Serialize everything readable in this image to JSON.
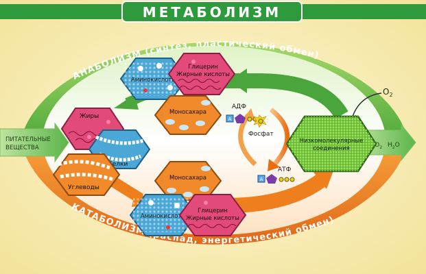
{
  "title": "МЕТАБОЛИЗМ",
  "anabolism_label": "АНАБОЛИЗМ (синтез, пластический обмен)",
  "catabolism_label": "КАТАБОЛИЗМ (распад, энергетический обмен)",
  "input_label": [
    "ПИТАТЕЛЬНЫЕ",
    "ВЕЩЕСТВА"
  ],
  "output_label": {
    "co2": "CO",
    "co2_sub": "2",
    "h2o": "H",
    "h2o_sub": "2",
    "h2o_tail": "O"
  },
  "oxygen_label": {
    "o": "O",
    "sub": "2"
  },
  "nodes": {
    "fats": "Жиры",
    "proteins": "Белки",
    "carbs": "Углеводы",
    "amino_top": "Аминокислоты",
    "glycerol_top": [
      "Глицерин",
      "Жирные кислоты"
    ],
    "mono_top": "Моносахара",
    "mono_bottom": "Моносахара",
    "amino_bottom": "Аминокислоты",
    "glycerol_bottom": [
      "Глицерин",
      "Жирные кислоты"
    ],
    "low_mol": [
      "Низкомолекулярные",
      "соединения"
    ]
  },
  "energy": {
    "adp": "АДФ",
    "atp": "АТФ",
    "phosphate": "Фосфат",
    "a_letter": "А"
  },
  "colors": {
    "title_bg": "#2f9a3c",
    "anabolism": "#3aa23a",
    "catabolism": "#f08a1a",
    "pink": "#e24a7a",
    "blue": "#4aa7d6",
    "orange": "#f08a2a",
    "green": "#6cbf3a"
  }
}
